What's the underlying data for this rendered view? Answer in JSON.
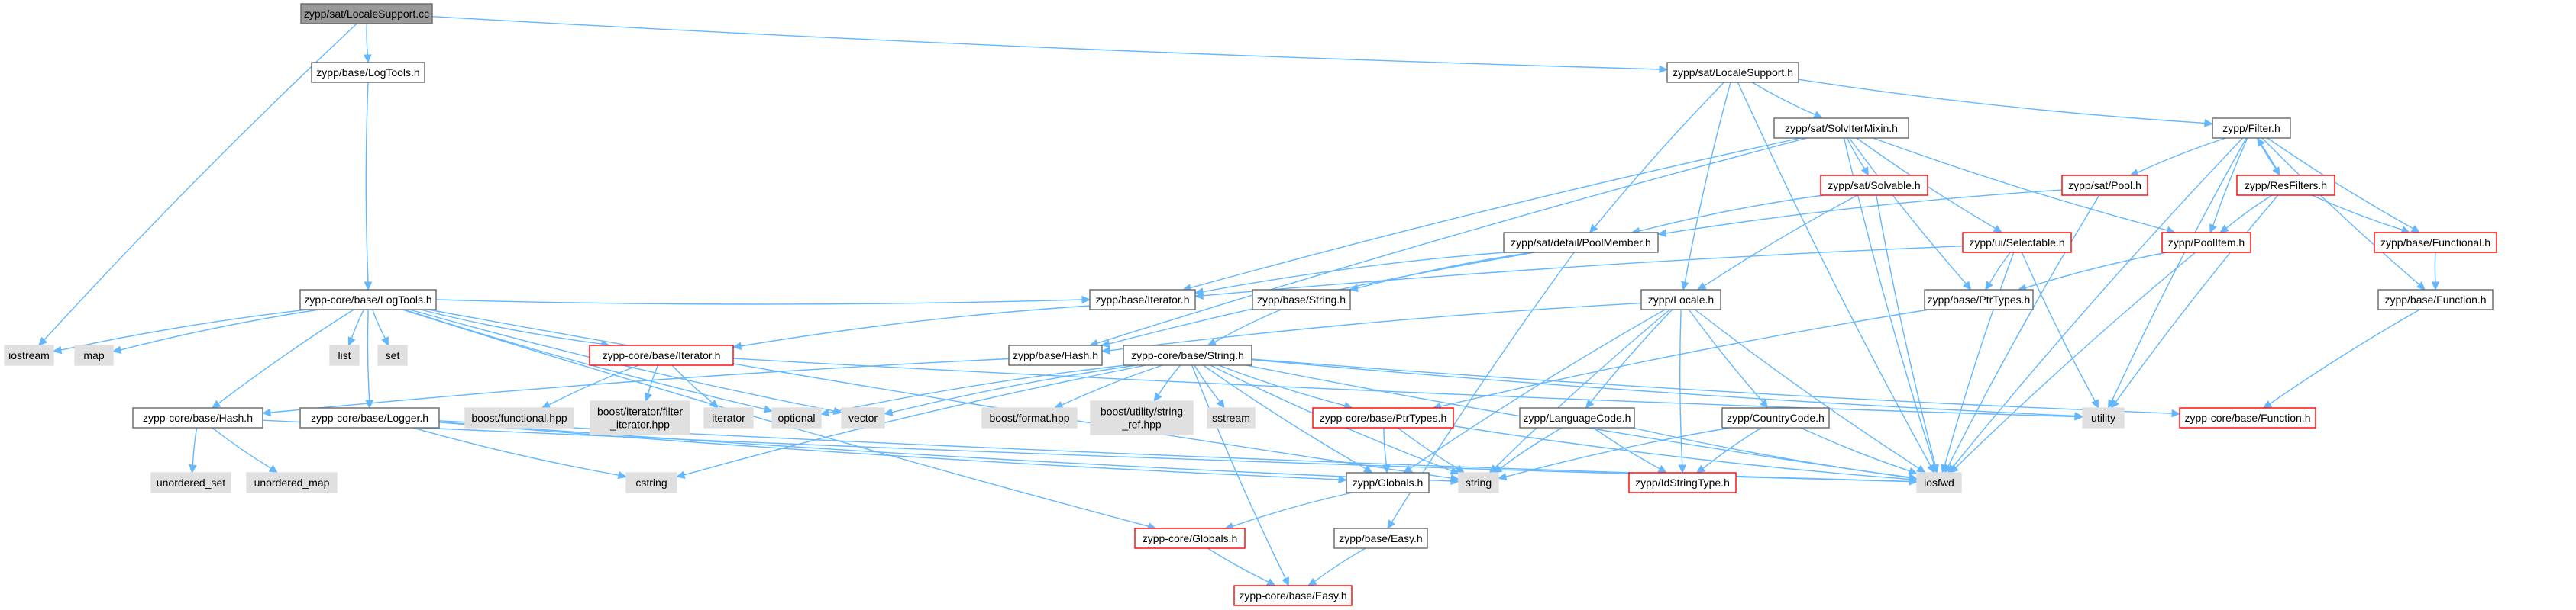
{
  "graph": {
    "colors": {
      "edge": "#63b8ff",
      "root_fill": "#999999",
      "root_stroke": "#666666",
      "normal_fill": "#ffffff",
      "normal_stroke": "#666666",
      "red_stroke": "#ff0000",
      "system_fill": "#e0e0e0",
      "system_stroke": "#e0e0e0",
      "text": "#000000"
    },
    "nodes": [
      {
        "id": "n_root",
        "lines": [
          "zypp/sat/LocaleSupport.cc"
        ],
        "kind": "root"
      },
      {
        "id": "n_logtools",
        "lines": [
          "zypp/base/LogTools.h"
        ],
        "kind": "normal"
      },
      {
        "id": "n_localesupport_h",
        "lines": [
          "zypp/sat/LocaleSupport.h"
        ],
        "kind": "normal"
      },
      {
        "id": "n_core_logtools",
        "lines": [
          "zypp-core/base/LogTools.h"
        ],
        "kind": "normal"
      },
      {
        "id": "n_iostream",
        "lines": [
          "iostream"
        ],
        "kind": "system"
      },
      {
        "id": "n_map",
        "lines": [
          "map"
        ],
        "kind": "system"
      },
      {
        "id": "n_list",
        "lines": [
          "list"
        ],
        "kind": "system"
      },
      {
        "id": "n_set",
        "lines": [
          "set"
        ],
        "kind": "system"
      },
      {
        "id": "n_core_iterator",
        "lines": [
          "zypp-core/base/Iterator.h"
        ],
        "kind": "red"
      },
      {
        "id": "n_core_hash",
        "lines": [
          "zypp-core/base/Hash.h"
        ],
        "kind": "normal"
      },
      {
        "id": "n_core_logger",
        "lines": [
          "zypp-core/base/Logger.h"
        ],
        "kind": "normal"
      },
      {
        "id": "n_boost_functional",
        "lines": [
          "boost/functional.hpp"
        ],
        "kind": "system"
      },
      {
        "id": "n_boost_iter_filter",
        "lines": [
          "boost/iterator/filter",
          "_iterator.hpp"
        ],
        "kind": "system"
      },
      {
        "id": "n_iterator",
        "lines": [
          "iterator"
        ],
        "kind": "system"
      },
      {
        "id": "n_unordered_set",
        "lines": [
          "unordered_set"
        ],
        "kind": "system"
      },
      {
        "id": "n_unordered_map",
        "lines": [
          "unordered_map"
        ],
        "kind": "system"
      },
      {
        "id": "n_cstring",
        "lines": [
          "cstring"
        ],
        "kind": "system"
      },
      {
        "id": "n_solvitermixin",
        "lines": [
          "zypp/sat/SolvIterMixin.h"
        ],
        "kind": "normal"
      },
      {
        "id": "n_filter",
        "lines": [
          "zypp/Filter.h"
        ],
        "kind": "normal"
      },
      {
        "id": "n_solvable",
        "lines": [
          "zypp/sat/Solvable.h"
        ],
        "kind": "red"
      },
      {
        "id": "n_pool",
        "lines": [
          "zypp/sat/Pool.h"
        ],
        "kind": "red"
      },
      {
        "id": "n_resfilters",
        "lines": [
          "zypp/ResFilters.h"
        ],
        "kind": "red"
      },
      {
        "id": "n_poolmember",
        "lines": [
          "zypp/sat/detail/PoolMember.h"
        ],
        "kind": "normal"
      },
      {
        "id": "n_selectable",
        "lines": [
          "zypp/ui/Selectable.h"
        ],
        "kind": "red"
      },
      {
        "id": "n_poolitem",
        "lines": [
          "zypp/PoolItem.h"
        ],
        "kind": "red"
      },
      {
        "id": "n_functional",
        "lines": [
          "zypp/base/Functional.h"
        ],
        "kind": "red"
      },
      {
        "id": "n_base_iterator",
        "lines": [
          "zypp/base/Iterator.h"
        ],
        "kind": "normal"
      },
      {
        "id": "n_base_string",
        "lines": [
          "zypp/base/String.h"
        ],
        "kind": "normal"
      },
      {
        "id": "n_locale",
        "lines": [
          "zypp/Locale.h"
        ],
        "kind": "normal"
      },
      {
        "id": "n_base_ptrtypes",
        "lines": [
          "zypp/base/PtrTypes.h"
        ],
        "kind": "normal"
      },
      {
        "id": "n_base_function",
        "lines": [
          "zypp/base/Function.h"
        ],
        "kind": "normal"
      },
      {
        "id": "n_base_hash",
        "lines": [
          "zypp/base/Hash.h"
        ],
        "kind": "normal"
      },
      {
        "id": "n_core_string",
        "lines": [
          "zypp-core/base/String.h"
        ],
        "kind": "normal"
      },
      {
        "id": "n_optional",
        "lines": [
          "optional"
        ],
        "kind": "system"
      },
      {
        "id": "n_vector",
        "lines": [
          "vector"
        ],
        "kind": "system"
      },
      {
        "id": "n_boost_format",
        "lines": [
          "boost/format.hpp"
        ],
        "kind": "system"
      },
      {
        "id": "n_boost_utility",
        "lines": [
          "boost/utility/string",
          "_ref.hpp"
        ],
        "kind": "system"
      },
      {
        "id": "n_sstream",
        "lines": [
          "sstream"
        ],
        "kind": "system"
      },
      {
        "id": "n_core_ptrtypes",
        "lines": [
          "zypp-core/base/PtrTypes.h"
        ],
        "kind": "red"
      },
      {
        "id": "n_languagecode",
        "lines": [
          "zypp/LanguageCode.h"
        ],
        "kind": "normal"
      },
      {
        "id": "n_countrycode",
        "lines": [
          "zypp/CountryCode.h"
        ],
        "kind": "normal"
      },
      {
        "id": "n_utility",
        "lines": [
          "utility"
        ],
        "kind": "system"
      },
      {
        "id": "n_core_function",
        "lines": [
          "zypp-core/base/Function.h"
        ],
        "kind": "red"
      },
      {
        "id": "n_globals",
        "lines": [
          "zypp/Globals.h"
        ],
        "kind": "normal"
      },
      {
        "id": "n_string",
        "lines": [
          "string"
        ],
        "kind": "system"
      },
      {
        "id": "n_idstringtype",
        "lines": [
          "zypp/IdStringType.h"
        ],
        "kind": "red"
      },
      {
        "id": "n_iosfwd",
        "lines": [
          "iosfwd"
        ],
        "kind": "system"
      },
      {
        "id": "n_core_globals",
        "lines": [
          "zypp-core/Globals.h"
        ],
        "kind": "red"
      },
      {
        "id": "n_base_easy",
        "lines": [
          "zypp/base/Easy.h"
        ],
        "kind": "normal"
      },
      {
        "id": "n_core_easy",
        "lines": [
          "zypp-core/base/Easy.h"
        ],
        "kind": "red"
      }
    ],
    "edges": [
      [
        "n_root",
        "n_logtools"
      ],
      [
        "n_root",
        "n_localesupport_h"
      ],
      [
        "n_root",
        "n_iostream"
      ],
      [
        "n_logtools",
        "n_core_logtools"
      ],
      [
        "n_core_logtools",
        "n_iostream"
      ],
      [
        "n_core_logtools",
        "n_map"
      ],
      [
        "n_core_logtools",
        "n_list"
      ],
      [
        "n_core_logtools",
        "n_set"
      ],
      [
        "n_core_logtools",
        "n_core_iterator"
      ],
      [
        "n_core_logtools",
        "n_core_hash"
      ],
      [
        "n_core_logtools",
        "n_core_logger"
      ],
      [
        "n_core_logtools",
        "n_core_globals"
      ],
      [
        "n_core_logtools",
        "n_optional"
      ],
      [
        "n_core_logtools",
        "n_vector"
      ],
      [
        "n_core_logtools",
        "n_base_iterator"
      ],
      [
        "n_core_logtools",
        "n_string"
      ],
      [
        "n_core_iterator",
        "n_boost_functional"
      ],
      [
        "n_core_iterator",
        "n_boost_iter_filter"
      ],
      [
        "n_core_iterator",
        "n_iterator"
      ],
      [
        "n_core_iterator",
        "n_utility"
      ],
      [
        "n_core_hash",
        "n_unordered_set"
      ],
      [
        "n_core_hash",
        "n_unordered_map"
      ],
      [
        "n_core_hash",
        "n_iosfwd"
      ],
      [
        "n_core_logger",
        "n_cstring"
      ],
      [
        "n_core_logger",
        "n_globals"
      ],
      [
        "n_core_logger",
        "n_iosfwd"
      ],
      [
        "n_core_logger",
        "n_string"
      ],
      [
        "n_localesupport_h",
        "n_solvitermixin"
      ],
      [
        "n_localesupport_h",
        "n_filter"
      ],
      [
        "n_localesupport_h",
        "n_poolmember"
      ],
      [
        "n_localesupport_h",
        "n_locale"
      ],
      [
        "n_localesupport_h",
        "n_iosfwd"
      ],
      [
        "n_solvitermixin",
        "n_solvable"
      ],
      [
        "n_solvitermixin",
        "n_selectable"
      ],
      [
        "n_solvitermixin",
        "n_poolitem"
      ],
      [
        "n_solvitermixin",
        "n_base_iterator"
      ],
      [
        "n_solvitermixin",
        "n_base_hash"
      ],
      [
        "n_solvitermixin",
        "n_base_ptrtypes"
      ],
      [
        "n_solvitermixin",
        "n_iosfwd"
      ],
      [
        "n_solvable",
        "n_poolmember"
      ],
      [
        "n_solvable",
        "n_locale"
      ],
      [
        "n_solvable",
        "n_iosfwd"
      ],
      [
        "n_pool",
        "n_poolmember"
      ],
      [
        "n_pool",
        "n_iosfwd"
      ],
      [
        "n_filter",
        "n_pool"
      ],
      [
        "n_filter",
        "n_resfilters"
      ],
      [
        "n_filter",
        "n_poolitem"
      ],
      [
        "n_filter",
        "n_functional"
      ],
      [
        "n_filter",
        "n_base_function"
      ],
      [
        "n_filter",
        "n_utility"
      ],
      [
        "n_filter",
        "n_iosfwd"
      ],
      [
        "n_resfilters",
        "n_filter"
      ],
      [
        "n_resfilters",
        "n_poolitem"
      ],
      [
        "n_resfilters",
        "n_functional"
      ],
      [
        "n_resfilters",
        "n_utility"
      ],
      [
        "n_poolmember",
        "n_base_iterator"
      ],
      [
        "n_poolmember",
        "n_base_string"
      ],
      [
        "n_poolmember",
        "n_base_hash"
      ],
      [
        "n_poolmember",
        "n_base_easy"
      ],
      [
        "n_selectable",
        "n_base_iterator"
      ],
      [
        "n_selectable",
        "n_base_ptrtypes"
      ],
      [
        "n_selectable",
        "n_iosfwd"
      ],
      [
        "n_selectable",
        "n_utility"
      ],
      [
        "n_poolitem",
        "n_base_ptrtypes"
      ],
      [
        "n_poolitem",
        "n_iosfwd"
      ],
      [
        "n_functional",
        "n_base_function"
      ],
      [
        "n_base_function",
        "n_core_function"
      ],
      [
        "n_base_iterator",
        "n_core_iterator"
      ],
      [
        "n_base_string",
        "n_core_string"
      ],
      [
        "n_base_hash",
        "n_core_hash"
      ],
      [
        "n_base_ptrtypes",
        "n_core_ptrtypes"
      ],
      [
        "n_locale",
        "n_base_hash"
      ],
      [
        "n_locale",
        "n_languagecode"
      ],
      [
        "n_locale",
        "n_countrycode"
      ],
      [
        "n_locale",
        "n_idstringtype"
      ],
      [
        "n_locale",
        "n_globals"
      ],
      [
        "n_locale",
        "n_string"
      ],
      [
        "n_locale",
        "n_iosfwd"
      ],
      [
        "n_core_string",
        "n_optional"
      ],
      [
        "n_core_string",
        "n_vector"
      ],
      [
        "n_core_string",
        "n_boost_format"
      ],
      [
        "n_core_string",
        "n_boost_utility"
      ],
      [
        "n_core_string",
        "n_sstream"
      ],
      [
        "n_core_string",
        "n_core_ptrtypes"
      ],
      [
        "n_core_string",
        "n_core_function"
      ],
      [
        "n_core_string",
        "n_cstring"
      ],
      [
        "n_core_string",
        "n_globals"
      ],
      [
        "n_core_string",
        "n_string"
      ],
      [
        "n_core_string",
        "n_iosfwd"
      ],
      [
        "n_core_string",
        "n_utility"
      ],
      [
        "n_core_string",
        "n_core_easy"
      ],
      [
        "n_core_ptrtypes",
        "n_globals"
      ],
      [
        "n_core_ptrtypes",
        "n_string"
      ],
      [
        "n_core_ptrtypes",
        "n_iosfwd"
      ],
      [
        "n_languagecode",
        "n_idstringtype"
      ],
      [
        "n_languagecode",
        "n_string"
      ],
      [
        "n_languagecode",
        "n_iosfwd"
      ],
      [
        "n_countrycode",
        "n_idstringtype"
      ],
      [
        "n_countrycode",
        "n_string"
      ],
      [
        "n_countrycode",
        "n_iosfwd"
      ],
      [
        "n_globals",
        "n_core_globals"
      ],
      [
        "n_core_globals",
        "n_core_easy"
      ],
      [
        "n_base_easy",
        "n_core_easy"
      ]
    ]
  }
}
